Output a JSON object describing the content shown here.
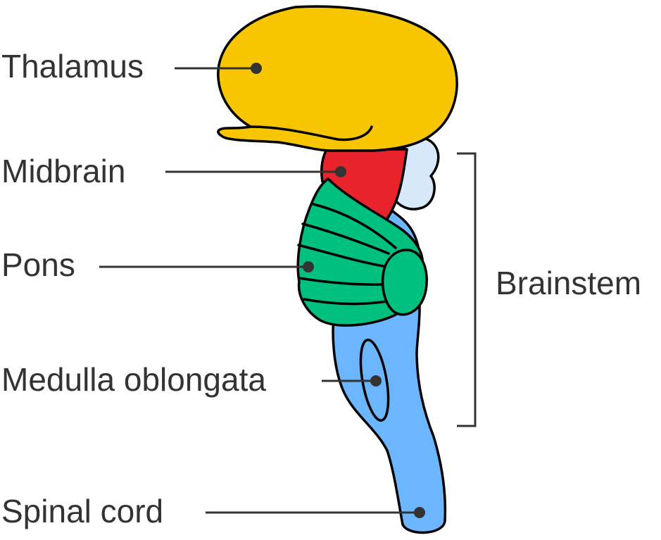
{
  "labels": {
    "thalamus": "Thalamus",
    "midbrain": "Midbrain",
    "pons": "Pons",
    "medulla": "Medulla oblongata",
    "spinal_cord": "Spinal cord",
    "brainstem": "Brainstem"
  },
  "colors": {
    "thalamus": "#F8C600",
    "midbrain": "#E8232C",
    "pons": "#00C07F",
    "medulla": "#6BB6FF",
    "cerebellar_lobe": "#D6E8FA",
    "text": "#333333",
    "outline": "#000000"
  }
}
